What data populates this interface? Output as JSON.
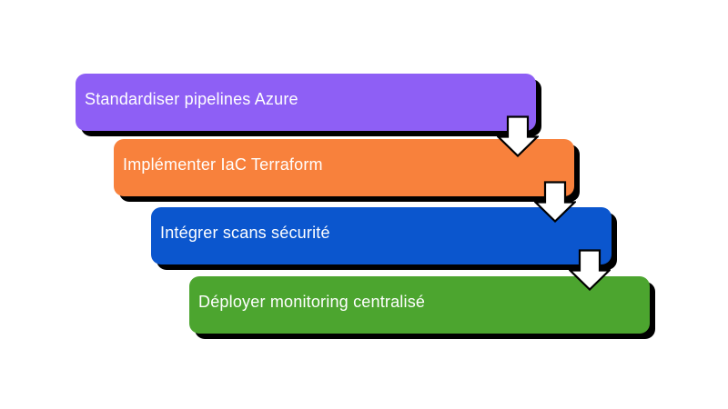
{
  "diagram": {
    "type": "cascade-process",
    "background_color": "#ffffff",
    "text_color": "#ffffff",
    "shadow_color": "#000000",
    "steps": [
      {
        "label": "Standardiser pipelines Azure",
        "color": "#8e5ff5"
      },
      {
        "label": "Implémenter IaC Terraform",
        "color": "#f8813c"
      },
      {
        "label": "Intégrer scans sécurité",
        "color": "#0b56ce"
      },
      {
        "label": "Déployer monitoring centralisé",
        "color": "#4ca52f"
      }
    ],
    "arrow": {
      "fill": "#ffffff",
      "stroke": "#000000",
      "direction": "down"
    }
  }
}
